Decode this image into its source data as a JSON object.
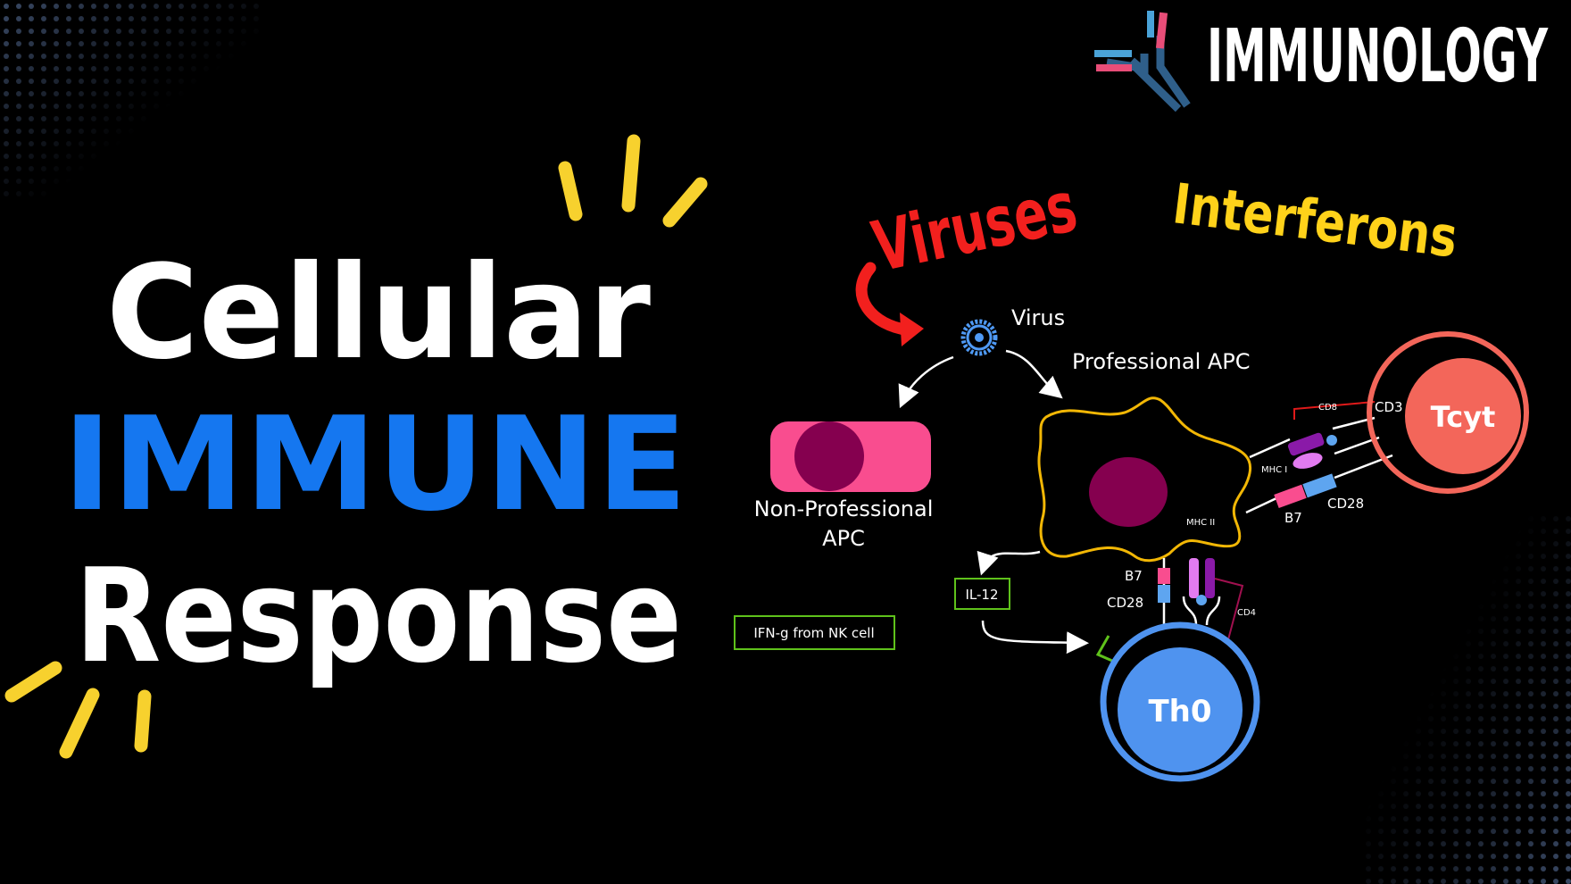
{
  "brand": {
    "title": "IMMUNOLOGY",
    "logo_icon": "antibody-icon"
  },
  "headline": {
    "line1": "Cellular",
    "line2": "IMMUNE",
    "line3": "Response"
  },
  "colors": {
    "background": "#000000",
    "headline_white": "#ffffff",
    "headline_blue": "#1577f0",
    "accent_yellow": "#f7d12e",
    "viruses_red": "#f2201e",
    "interferons_yellow": "#ffd21a",
    "tcyt_red": "#f3665a",
    "th0_blue": "#4f93ef",
    "apc_pink": "#f94d8f",
    "nucleus": "#85004f",
    "apc_outline": "#f2b705",
    "box_green": "#5fc21b"
  },
  "tags": {
    "viruses": "Viruses",
    "interferons": "Interferons"
  },
  "diagram": {
    "virus": "Virus",
    "professional_apc": "Professional APC",
    "non_professional_apc_1": "Non-Professional",
    "non_professional_apc_2": "APC",
    "tcyt": "Tcyt",
    "th0": "Th0",
    "cd8": "CD8",
    "cd3": "CD3",
    "mhc1": "MHC I",
    "mhc2": "MHC II",
    "b7_top": "B7",
    "cd28_top": "CD28",
    "b7_bottom": "B7",
    "cd28_bottom": "CD28",
    "cd4": "CD4",
    "il12": "IL-12",
    "ifn": "IFN-g from NK cell"
  }
}
